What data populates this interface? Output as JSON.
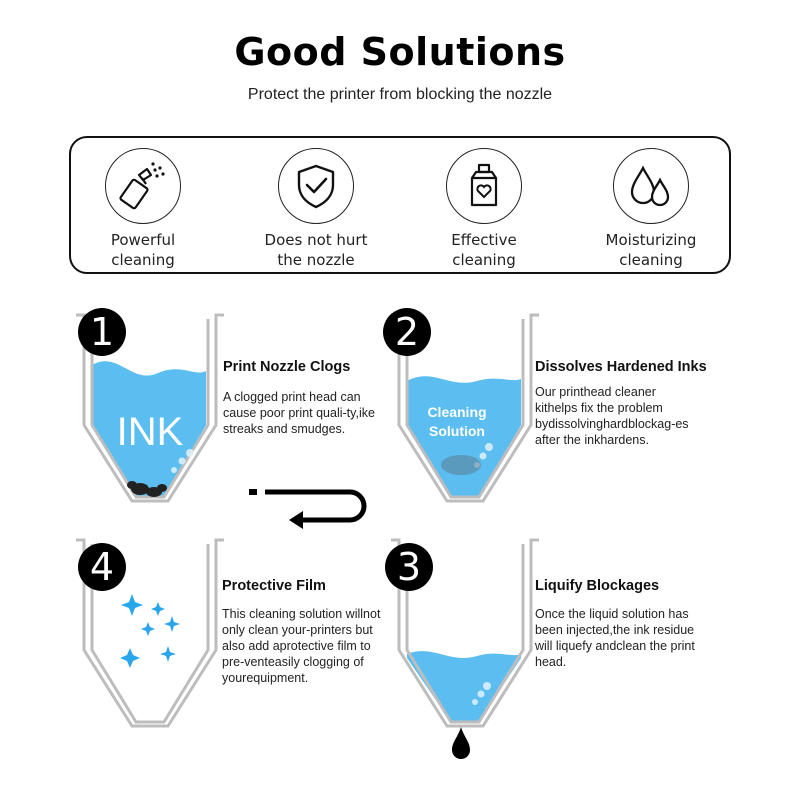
{
  "header": {
    "title": "Good Solutions",
    "subtitle": "Protect the printer from blocking the nozzle"
  },
  "features": [
    {
      "label": "Powerful\ncleaning",
      "icon": "spray-bottle-icon"
    },
    {
      "label": "Does not hurt\nthe nozzle",
      "icon": "shield-check-icon"
    },
    {
      "label": "Effective\ncleaning",
      "icon": "bottle-heart-icon"
    },
    {
      "label": "Moisturizing\ncleaning",
      "icon": "water-drops-icon"
    }
  ],
  "steps": [
    {
      "number": "1",
      "title": "Print Nozzle Clogs",
      "text": "A clogged print head can cause poor print quali-ty,ike streaks and smudges.",
      "funnel_label": "INK"
    },
    {
      "number": "2",
      "title": "Dissolves Hardened Inks",
      "text": "Our printhead cleaner kithelps fix the problem bydissolvinghardblockag-es after the inkhardens.",
      "funnel_label_line1": "Cleaning",
      "funnel_label_line2": "Solution"
    },
    {
      "number": "3",
      "title": "Liquify Blockages",
      "text": "Once the liquid solution has been injected,the ink residue will liquefy andclean the print head."
    },
    {
      "number": "4",
      "title": "Protective Film",
      "text": "This cleaning solution willnot only clean your-printers but also add aprotective film to pre-venteasily clogging of yourequipment."
    }
  ],
  "colors": {
    "liquid": "#5bbdf0",
    "funnel": "#bdbdbd",
    "accent_blue": "#2aa6ea",
    "black": "#000000"
  }
}
